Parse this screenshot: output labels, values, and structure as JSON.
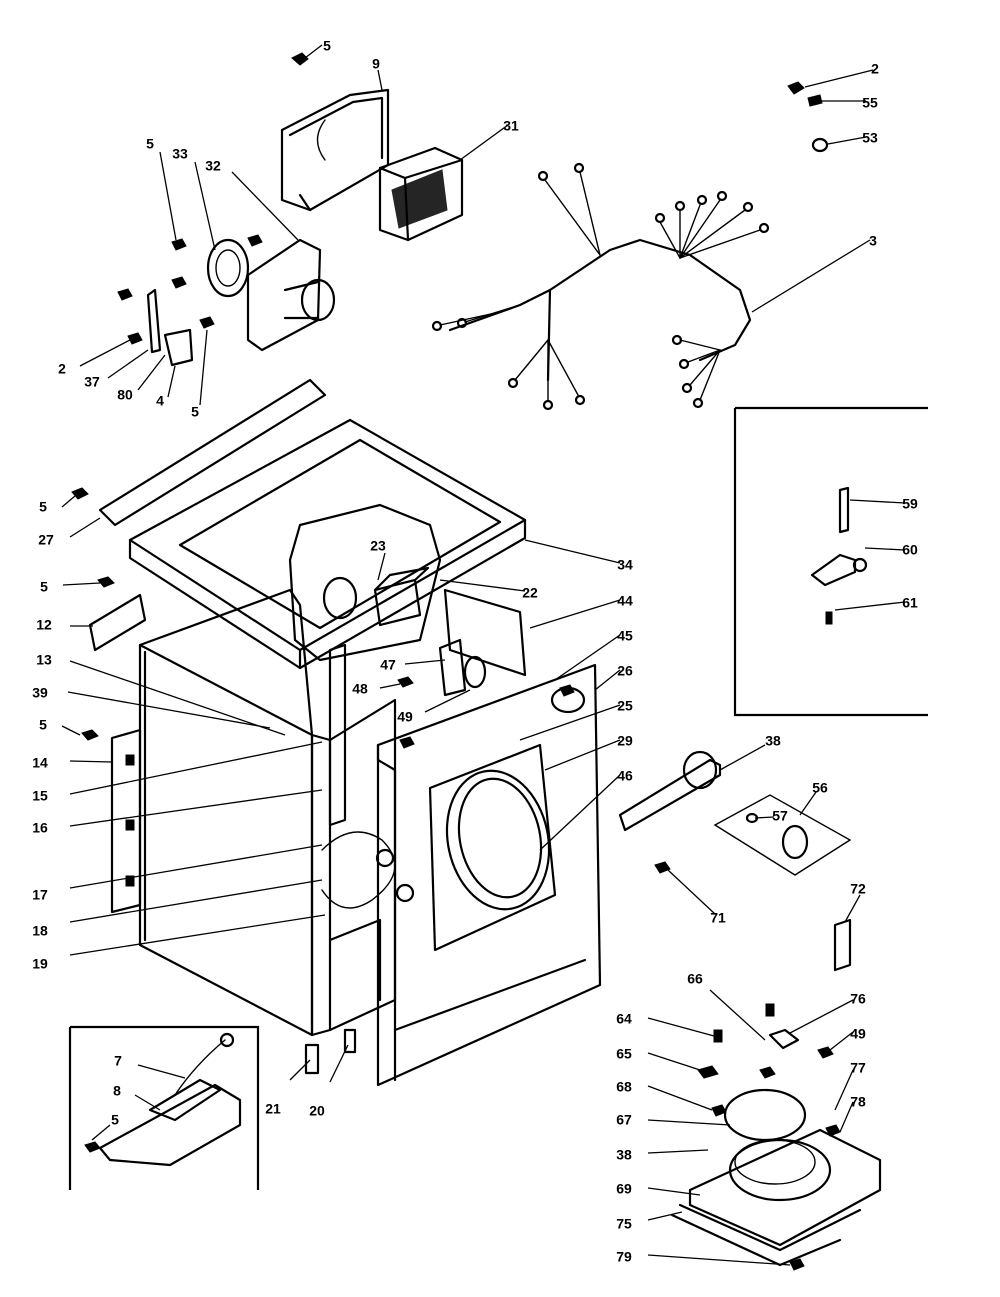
{
  "diagram": {
    "callouts": [
      "5",
      "9",
      "31",
      "2",
      "55",
      "53",
      "3",
      "33",
      "32",
      "5",
      "2",
      "37",
      "80",
      "4",
      "5",
      "27",
      "5",
      "34",
      "23",
      "22",
      "5",
      "12",
      "13",
      "39",
      "5",
      "14",
      "15",
      "16",
      "17",
      "18",
      "19",
      "44",
      "45",
      "26",
      "25",
      "29",
      "46",
      "47",
      "48",
      "49",
      "38",
      "56",
      "57",
      "71",
      "59",
      "60",
      "61",
      "7",
      "8",
      "5",
      "21",
      "20",
      "72",
      "76",
      "64",
      "66",
      "65",
      "49",
      "68",
      "77",
      "78",
      "67",
      "38",
      "69",
      "75",
      "79"
    ]
  }
}
